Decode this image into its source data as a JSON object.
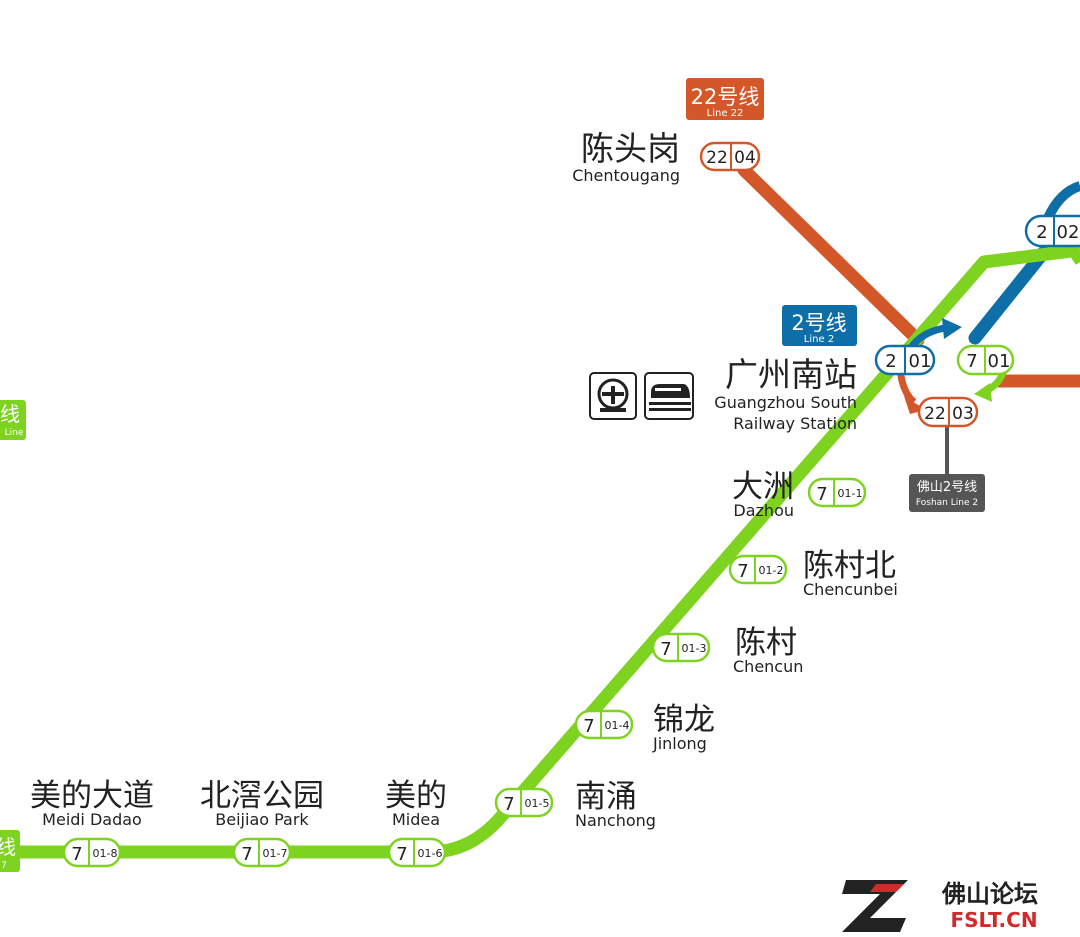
{
  "line_badges": {
    "line22": {
      "zh": "22号线",
      "en": "Line 22"
    },
    "line2": {
      "zh": "2号线",
      "en": "Line 2"
    },
    "foshan2": {
      "zh": "佛山2号线",
      "en": "Foshan Line 2"
    },
    "edge_top": {
      "zh": "线",
      "en": "Line"
    },
    "edge_bottom": {
      "zh": "线",
      "en": "7"
    }
  },
  "stations": {
    "chentougang": {
      "zh": "陈头岗",
      "en": "Chentougang",
      "code_line": "22",
      "code_num": "04"
    },
    "guangzhou_south": {
      "zh": "广州南站",
      "en1": "Guangzhou South",
      "en2": "Railway Station",
      "codes": [
        {
          "line": "2",
          "num": "01"
        },
        {
          "line": "7",
          "num": "01"
        },
        {
          "line": "22",
          "num": "03"
        }
      ]
    },
    "s202": {
      "code_line": "2",
      "code_num": "02"
    },
    "dazhou": {
      "zh": "大洲",
      "en": "Dazhou",
      "code_line": "7",
      "code_num": "01-1"
    },
    "chencunbei": {
      "zh": "陈村北",
      "en": "Chencunbei",
      "code_line": "7",
      "code_num": "01-2"
    },
    "chencun": {
      "zh": "陈村",
      "en": "Chencun",
      "code_line": "7",
      "code_num": "01-3"
    },
    "jinlong": {
      "zh": "锦龙",
      "en": "Jinlong",
      "code_line": "7",
      "code_num": "01-4"
    },
    "nanchong": {
      "zh": "南涌",
      "en": "Nanchong",
      "code_line": "7",
      "code_num": "01-5"
    },
    "midea": {
      "zh": "美的",
      "en": "Midea",
      "code_line": "7",
      "code_num": "01-6"
    },
    "beijiao_park": {
      "zh": "北滘公园",
      "en": "Beijiao Park",
      "code_line": "7",
      "code_num": "01-7"
    },
    "meidi_dadao": {
      "zh": "美的大道",
      "en": "Meidi Dadao",
      "code_line": "7",
      "code_num": "01-8"
    }
  },
  "watermark": {
    "zh": "佛山论坛",
    "en": "FSLT.CN"
  },
  "icons": [
    "railway-station-icon",
    "high-speed-train-icon"
  ],
  "colors": {
    "line7": "#7ed321",
    "line2": "#0e6ea8",
    "line22": "#d4572a",
    "foshan2": "#555555",
    "text": "#222222"
  }
}
